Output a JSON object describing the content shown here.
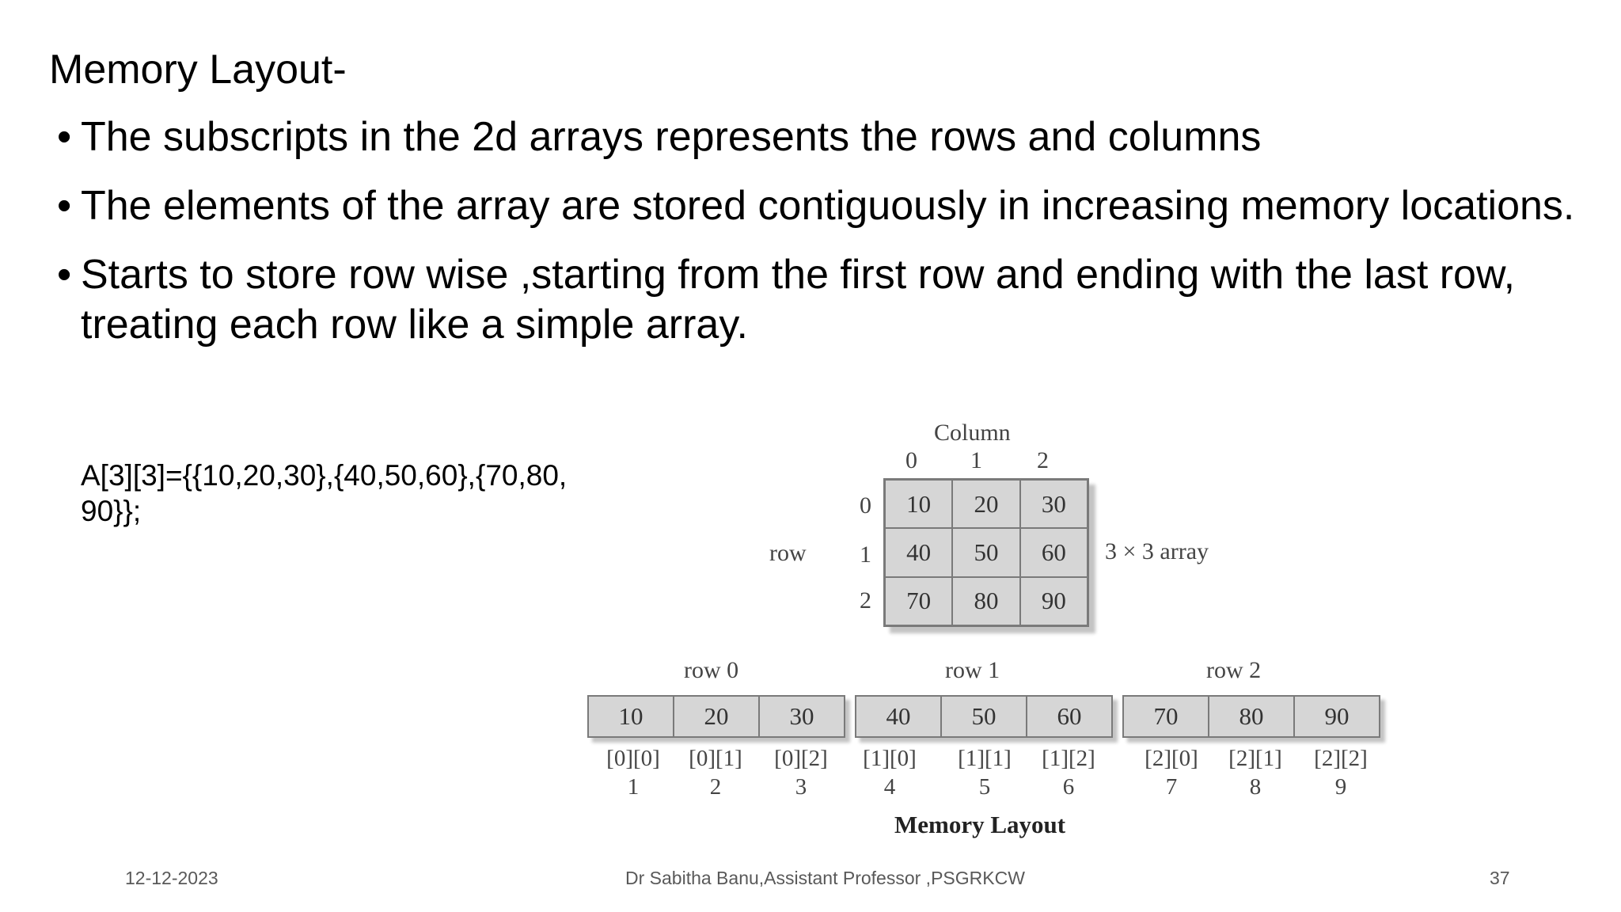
{
  "slide": {
    "title": "Memory Layout-",
    "bullets": [
      "The subscripts in the 2d arrays represents the rows and columns",
      "The elements of the array are stored contiguously in increasing memory locations.",
      "Starts to store row wise ,starting from the first row and ending with the last row, treating each row like a simple array."
    ],
    "code": "A[3][3]={{10,20,30},{40,50,60},{70,80, 90}};"
  },
  "diagram": {
    "column_label": "Column",
    "col_indices": [
      "0",
      "1",
      "2"
    ],
    "row_label": "row",
    "row_indices": [
      "0",
      "1",
      "2"
    ],
    "cells": [
      "10",
      "20",
      "30",
      "40",
      "50",
      "60",
      "70",
      "80",
      "90"
    ],
    "array_label": "3 × 3 array",
    "memory_rows": [
      {
        "label": "row 0",
        "values": [
          "10",
          "20",
          "30"
        ]
      },
      {
        "label": "row 1",
        "values": [
          "40",
          "50",
          "60"
        ]
      },
      {
        "label": "row 2",
        "values": [
          "70",
          "80",
          "90"
        ]
      }
    ],
    "index_labels": [
      "[0][0]",
      "[0][1]",
      "[0][2]",
      "[1][0]",
      "[1][1]",
      "[1][2]",
      "[2][0]",
      "[2][1]",
      "[2][2]"
    ],
    "positions": [
      "1",
      "2",
      "3",
      "4",
      "5",
      "6",
      "7",
      "8",
      "9"
    ],
    "caption": "Memory Layout"
  },
  "footer": {
    "date": "12-12-2023",
    "author": "Dr Sabitha Banu,Assistant Professor ,PSGRKCW",
    "page": "37"
  }
}
